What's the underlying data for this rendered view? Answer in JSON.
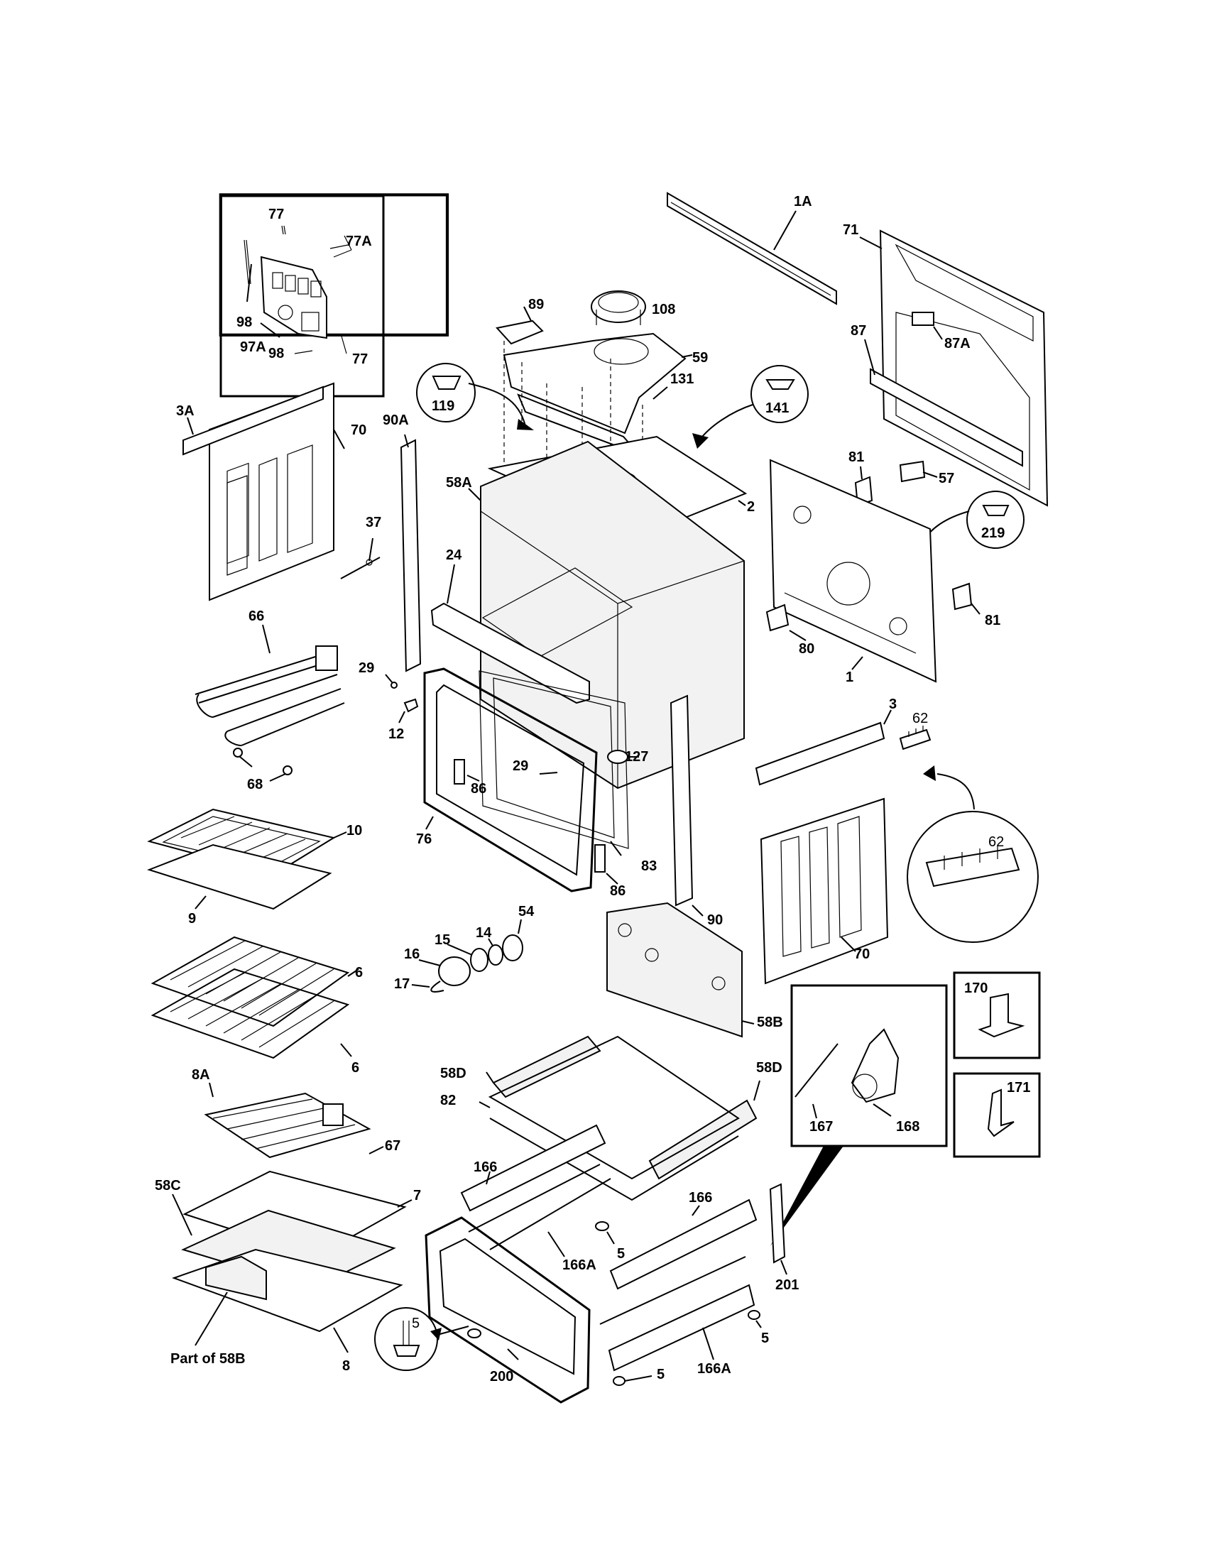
{
  "diagram": {
    "labels": {
      "p77_top": "77",
      "p77a": "77A",
      "p98_left": "98",
      "p97a": "97A",
      "p98_bottom": "98",
      "p77_bottom": "77",
      "p1a": "1A",
      "p71": "71",
      "p87": "87",
      "p87a": "87A",
      "p89": "89",
      "p108": "108",
      "p59": "59",
      "p131": "131",
      "p119": "119",
      "p141": "141",
      "p3a": "3A",
      "p70_left": "70",
      "p90a": "90A",
      "p58a": "58A",
      "p2": "2",
      "p81_top": "81",
      "p57": "57",
      "p219": "219",
      "p37": "37",
      "p24": "24",
      "p66": "66",
      "p29_left": "29",
      "p12": "12",
      "p68": "68",
      "p81_right": "81",
      "p80": "80",
      "p1": "1",
      "p3": "3",
      "p62_top": "62",
      "p29_center": "29",
      "p127": "127",
      "p86_upper": "86",
      "p10": "10",
      "p76": "76",
      "p83": "83",
      "p86_lower": "86",
      "p9": "9",
      "p90": "90",
      "p62_circle": "62",
      "p70_right": "70",
      "p54": "54",
      "p14": "14",
      "p15": "15",
      "p16": "16",
      "p17": "17",
      "p6_upper": "6",
      "p6_lower": "6",
      "p58b": "58B",
      "p170": "170",
      "p58d_left": "58D",
      "p58d_right": "58D",
      "p171": "171",
      "p8a": "8A",
      "p82": "82",
      "p67": "67",
      "p166_left": "166",
      "p167": "167",
      "p168": "168",
      "p58c": "58C",
      "p7": "7",
      "p5_center": "5",
      "p166_right": "166",
      "p166a_center": "166A",
      "p201": "201",
      "p5_callout": "5",
      "p5_right": "5",
      "part_of_58b": "Part of 58B",
      "p8": "8",
      "p200": "200",
      "p5_bottom": "5",
      "p166a_bottom": "166A"
    }
  }
}
